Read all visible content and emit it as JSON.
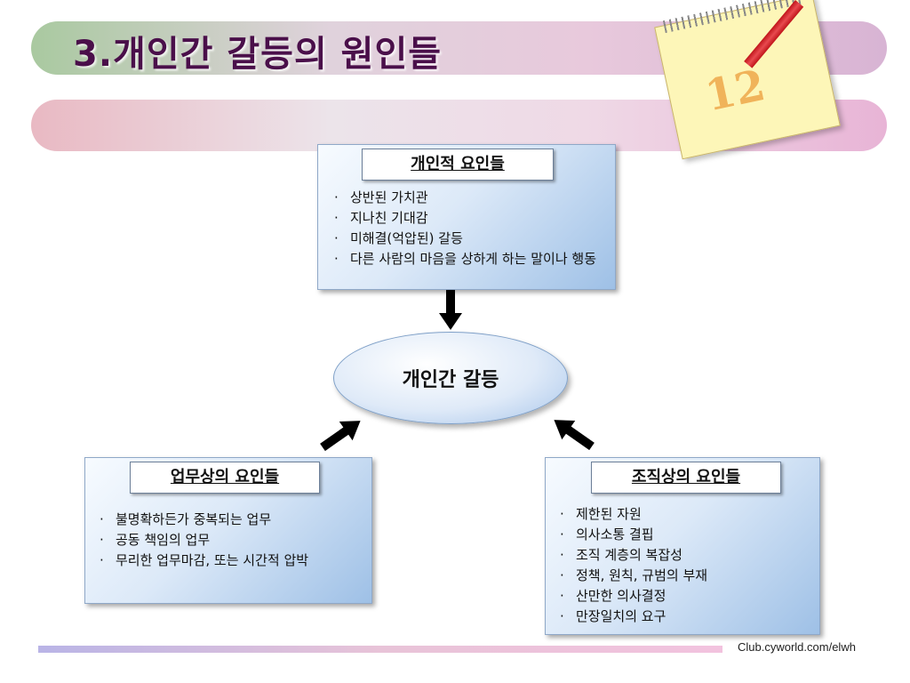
{
  "title": "3.개인간 갈등의 원인들",
  "center": {
    "label": "개인간 갈등"
  },
  "boxes": {
    "personal": {
      "label": "개인적 요인들",
      "items": [
        "상반된 가치관",
        "지나친 기대감",
        "미해결(억압된) 갈등",
        "다른 사람의 마음을 상하게 하는 말이나 행동"
      ]
    },
    "task": {
      "label": "업무상의 요인들",
      "items": [
        "불명확하든가 중복되는 업무",
        "공동 책임의 업무",
        "무리한 업무마감, 또는 시간적 압박"
      ]
    },
    "organization": {
      "label": "조직상의 요인들",
      "items": [
        "제한된 자원",
        "의사소통 결핍",
        "조직 계층의 복잡성",
        "정책, 원칙, 규범의 부재",
        "산만한 의사결정",
        "만장일치의 요구"
      ]
    }
  },
  "bullet_glyph": "·",
  "footer": {
    "source": "Club.cyworld.com/elwh"
  },
  "decor": {
    "calendar_number": "12",
    "pencil_color": "#c0141a"
  },
  "colors": {
    "title": "#4a0f4a",
    "box_fill": "#9ec0e6",
    "arrow": "#000000"
  }
}
